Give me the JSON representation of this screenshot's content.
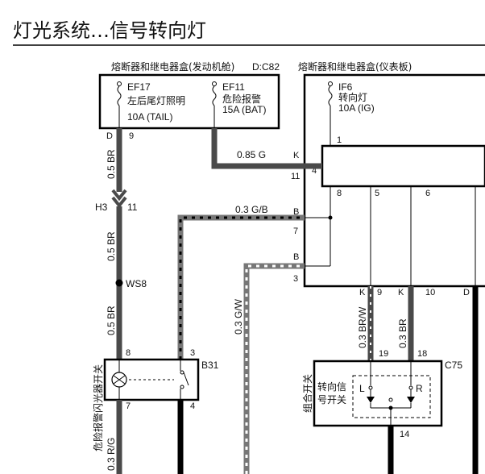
{
  "title": "灯光系统…信号转向灯",
  "engine_box": {
    "label": "熔断器和继电器盒(发动机舱)",
    "connector": "D:C82",
    "fuse_a": {
      "id": "EF17",
      "desc": "左后尾灯照明",
      "rating": "10A (TAIL)"
    },
    "fuse_b": {
      "id": "EF11",
      "desc": "危险报警",
      "rating": "15A (BAT)"
    },
    "pin_d": "D",
    "pin_9": "9"
  },
  "panel_box": {
    "label": "熔断器和继电器盒(仪表板)",
    "fuse": {
      "id": "IF6",
      "desc": "转向灯",
      "rating": "10A (IG)"
    },
    "pin_1": "1",
    "pin_4": "4",
    "pin_8": "8",
    "pin_5": "5",
    "pin_6": "6",
    "pin_k_left": "K",
    "pin_11_left": "11",
    "pin_b1": "B",
    "pin_7": "7",
    "pin_b2": "B",
    "pin_3": "3",
    "pin_k_b1": "K",
    "pin_9_b": "9",
    "pin_k_b2": "K",
    "pin_10": "10",
    "pin_d_b": "D"
  },
  "wires": {
    "w_085g": "0.85 G",
    "w_03gb": "0.3 G/B",
    "w_05br_top": "0.5 BR",
    "w_05br_mid": "0.5 BR",
    "w_05br_low": "0.5 BR",
    "w_03gw": "0.3 G/W",
    "w_03brw": "0.3 BR/W",
    "w_03br": "0.3 BR",
    "w_03rg": "0.3 R/G"
  },
  "connectors": {
    "h3": "H3",
    "h3_pin": "11",
    "ws8": "WS8"
  },
  "hazard_switch": {
    "label": "危险报警闪光器开关",
    "connector": "B31",
    "pin_8": "8",
    "pin_3": "3",
    "pin_7": "7",
    "pin_4": "4"
  },
  "turn_switch": {
    "group_label": "组合开关",
    "label": "转向信号开关",
    "connector": "C75",
    "pin_19": "19",
    "pin_18": "18",
    "pin_14": "14",
    "l": "L",
    "r": "R"
  }
}
